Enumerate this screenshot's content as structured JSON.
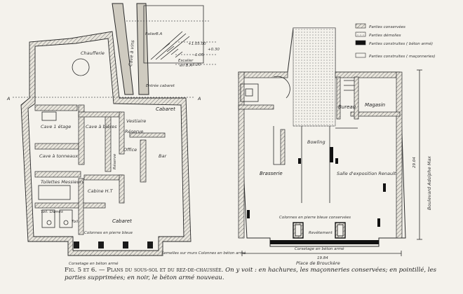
{
  "left_plan": {
    "chaufferie": "Chaufferie",
    "cave_a_vins": "Cave à vins",
    "entree_cabaret": "Entrée\ncabaret",
    "palier": "Palier",
    "palier_sup": "B.A",
    "escalier": "Escalier",
    "escalier_sup": "en B.A",
    "level_1": "+1.05.00",
    "level_2": "+0.30",
    "level_3": "-1.05",
    "level_4": "-3.20",
    "section_a_left": "A",
    "section_a_right": "A",
    "cabaret_top": "Cabaret",
    "vestiaire": "Vestiaire",
    "reserve": "Réserve",
    "office": "Office",
    "bar": "Bar",
    "cave_1_etage": "Cave 1\nétage",
    "cave_a_bieres": "Cave à bières",
    "cave_a_tonneaux": "Cave\nà tonneaux",
    "reserve_vertical": "Réserve",
    "toilettes_messieurs": "Toilettes\nMessieurs",
    "cabine_ht": "Cabine H.T",
    "toil_dames": "Toil. Dames",
    "toil": "Toil",
    "cabaret_bottom": "Cabaret",
    "colonnes_pierre": "Colonnes en\npierre bleue",
    "semelles": "Semelles sur murs\nColonnes en béton armé",
    "corsetage": "Corsetage en béton armé"
  },
  "right_plan": {
    "legend": [
      {
        "label": "Parties conservées",
        "style": "hatch"
      },
      {
        "label": "Parties démolies",
        "style": "dotted"
      },
      {
        "label": "Parties construites\n( béton armé)",
        "style": "black"
      },
      {
        "label": "Parties construites\n( maçonneries)",
        "style": "empty"
      }
    ],
    "bureau": "Bureau",
    "magasin": "Magasin",
    "bowling": "Bowling",
    "brasserie": "Brasserie",
    "salle_exposition": "Salle d'exposition\nRenault",
    "colonnes_conservees": "Colonnes en pierre bleue conservées",
    "revetement": "Revêtement",
    "corsetage": "Corsetage en béton armé",
    "dimension_width": "19.84",
    "dimension_height": "29.04",
    "place": "Place de Brouckère",
    "boulevard": "Boulevard Adolphe Max"
  },
  "caption": {
    "fig": "Fig. 5 et 6.",
    "lead": " — Plans du sous-sol et du rez-de-chaussée.",
    "body": " On y voit : en hachures, les maçonneries conservées; en pointillé, les parties supprimées; en noir, le béton armé nouveau."
  }
}
